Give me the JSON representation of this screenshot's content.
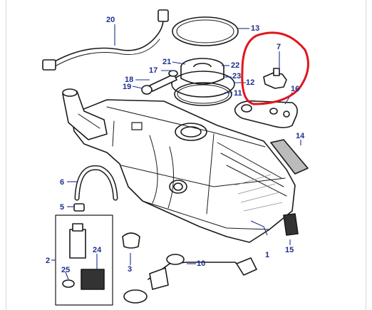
{
  "callouts": {
    "c1": "1",
    "c2": "2",
    "c3": "3",
    "c5": "5",
    "c6": "6",
    "c7": "7",
    "c10": "10",
    "c11": "11",
    "c12": "12",
    "c13": "13",
    "c14": "14",
    "c15": "15",
    "c16": "16",
    "c17": "17",
    "c18": "18",
    "c19": "19",
    "c20": "20",
    "c21": "21",
    "c22": "22",
    "c23": "23",
    "c24": "24",
    "c25": "25"
  },
  "colors": {
    "callout_text": "#1b2f8f",
    "leader_line": "#1b2f8f",
    "highlight_ring": "#e0161b",
    "line_art": "#1a1a1a",
    "shade": "#8a8a8a"
  },
  "highlight": {
    "part": "7"
  }
}
